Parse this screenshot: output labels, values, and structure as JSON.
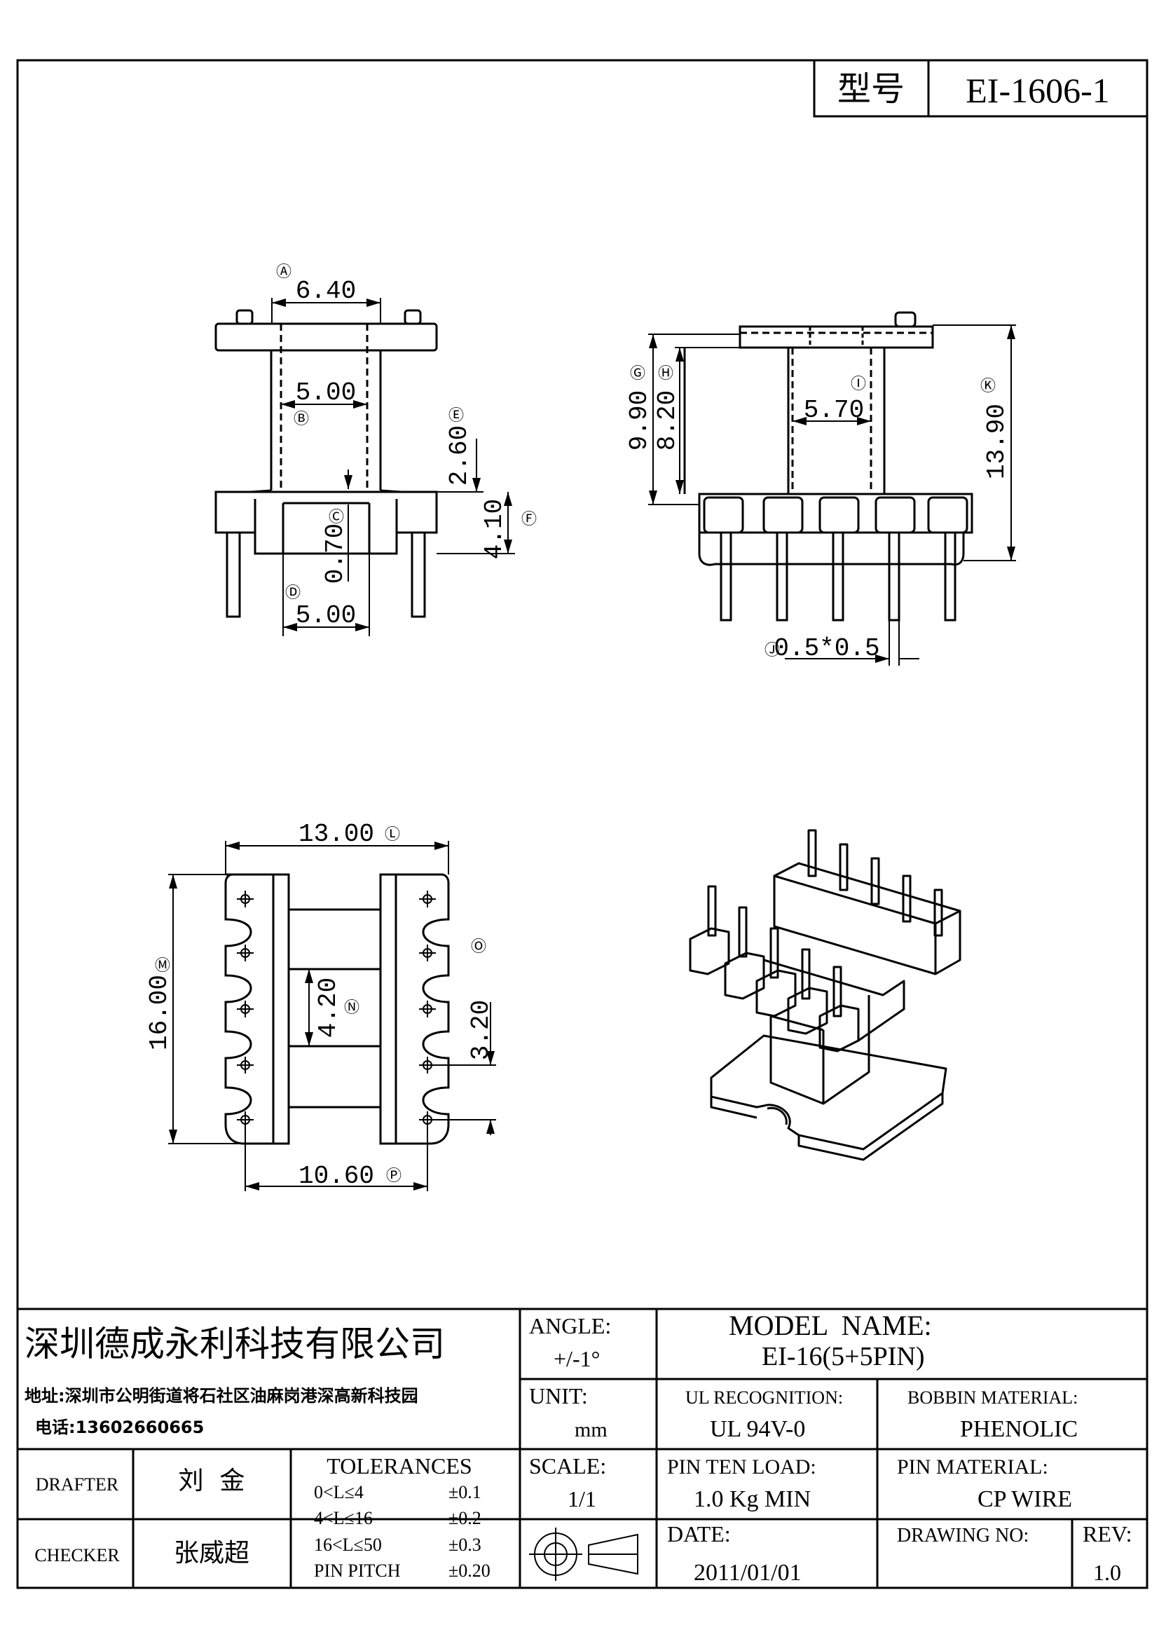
{
  "header": {
    "model_label": "型号",
    "model_value": "EI-1606-1"
  },
  "drawing": {
    "view_front": {
      "dim_a": "6.40",
      "tag_a": "Ⓐ",
      "dim_b": "5.00",
      "tag_b": "Ⓑ",
      "tag_c": "Ⓒ",
      "dim_c": "0.70",
      "dim_d": "5.00",
      "tag_d": "Ⓓ",
      "dim_e": "2.60",
      "tag_e": "Ⓔ",
      "dim_f": "4.10",
      "tag_f": "Ⓕ"
    },
    "view_side": {
      "dim_g": "9.90",
      "tag_g": "Ⓖ",
      "dim_h": "8.20",
      "tag_h": "Ⓗ",
      "dim_i": "5.70",
      "tag_i": "Ⓘ",
      "dim_k": "13.90",
      "tag_k": "Ⓚ",
      "dim_j": "0.5*0.5",
      "tag_j": "Ⓙ"
    },
    "view_bottom": {
      "dim_l": "13.00",
      "tag_l": "Ⓛ",
      "dim_m": "16.00",
      "tag_m": "Ⓜ",
      "dim_n": "4.20",
      "tag_n": "Ⓝ",
      "dim_o": "3.20",
      "tag_o": "Ⓞ",
      "dim_p": "10.60",
      "tag_p": "Ⓟ"
    }
  },
  "title_block": {
    "company": "深圳德成永利科技有限公司",
    "address": "地址:深圳市公明街道将石社区油麻岗港深高新科技园",
    "phone": "电话:13602660665",
    "angle_label": "ANGLE:",
    "angle_value": "+/-1°",
    "model_name_label": "MODEL  NAME:",
    "model_name_value": "EI-16(5+5PIN)",
    "unit_label": "UNIT:",
    "unit_value": "mm",
    "ul_label": "UL RECOGNITION:",
    "ul_value": "UL 94V-0",
    "bobbin_label": "BOBBIN MATERIAL:",
    "bobbin_value": "PHENOLIC",
    "drafter_label": "DRAFTER",
    "drafter_value": "刘  金",
    "checker_label": "CHECKER",
    "checker_value": "张威超",
    "tolerances_label": "TOLERANCES",
    "tolerances": [
      {
        "range": "0<L≤4",
        "value": "±0.1"
      },
      {
        "range": "4<L≤16",
        "value": "±0.2"
      },
      {
        "range": "16<L≤50",
        "value": "±0.3"
      },
      {
        "range": "PIN PITCH",
        "value": "±0.20"
      }
    ],
    "scale_label": "SCALE:",
    "scale_value": "1/1",
    "pin_load_label": "PIN TEN LOAD:",
    "pin_load_value": "1.0 Kg MIN",
    "pin_material_label": "PIN MATERIAL:",
    "pin_material_value": "CP WIRE",
    "date_label": "DATE:",
    "date_value": "2011/01/01",
    "drawing_no_label": "DRAWING NO:",
    "rev_label": "REV:",
    "rev_value": "1.0"
  }
}
